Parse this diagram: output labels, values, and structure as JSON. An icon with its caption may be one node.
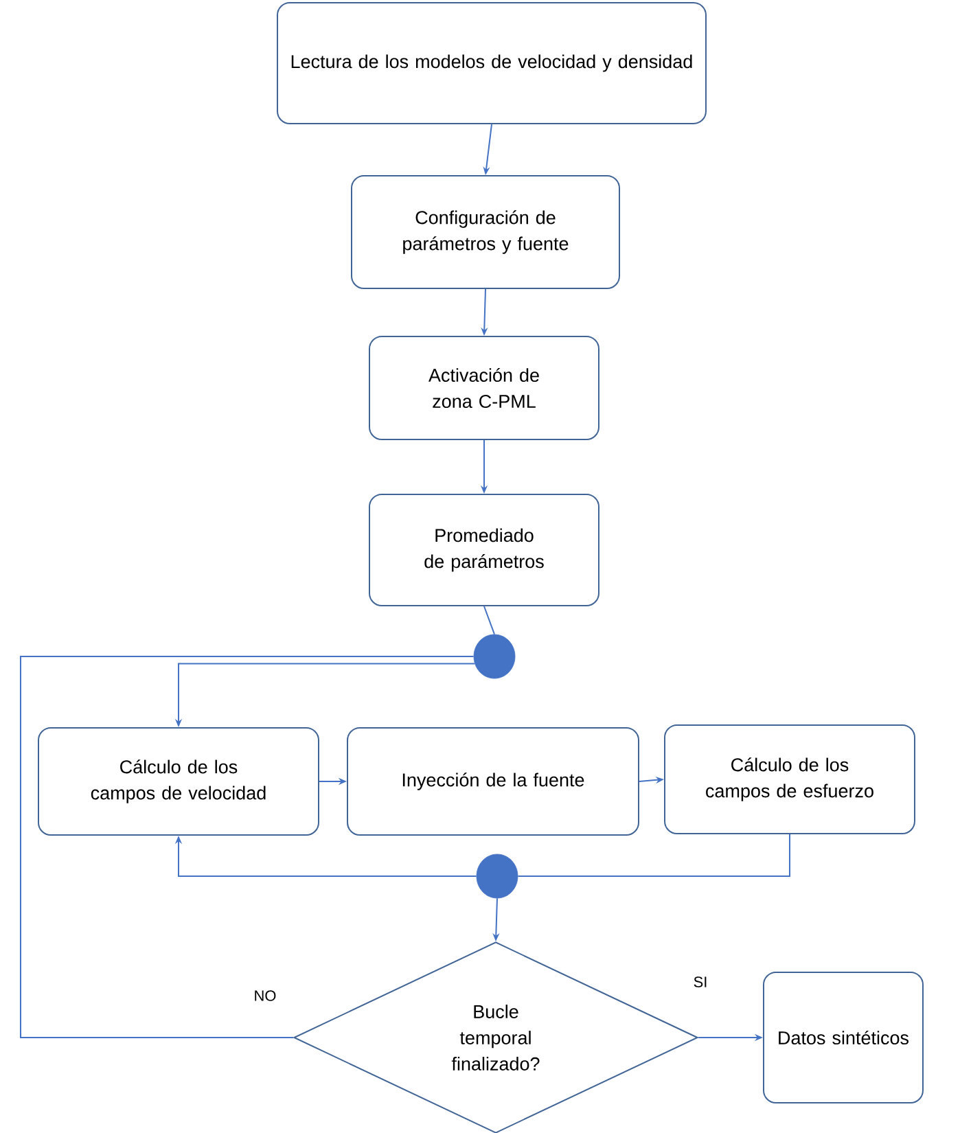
{
  "diagram": {
    "nodes": [
      {
        "text": [
          "Lectura de los modelos de velocidad y densidad"
        ]
      },
      {
        "text": [
          "Configuración de parámetros y fuente"
        ]
      },
      {
        "text": [
          "Activación de zona C-PML"
        ]
      },
      {
        "text": [
          "Promediado de parámetros"
        ]
      },
      {
        "text": [],
        "shape": "circle"
      },
      {
        "text": [
          "Cálculo de los campos de velocidad"
        ]
      },
      {
        "text": [
          "Inyección de la fuente"
        ]
      },
      {
        "text": [
          "Cálculo de los campos de esfuerzo"
        ]
      },
      {
        "text": [],
        "shape": "circle"
      },
      {
        "text": [
          "Bucle temporal finalizado?"
        ]
      },
      {
        "text": [
          "Datos sintéticos"
        ]
      }
    ],
    "edges": [
      {
        "from": 0,
        "to": 1,
        "arrow": "to"
      },
      {
        "from": 1,
        "to": 2,
        "arrow": "to"
      },
      {
        "from": 2,
        "to": 3,
        "arrow": "to"
      },
      {
        "from": 3,
        "to": 4,
        "arrow": "none"
      },
      {
        "from": 4,
        "to": 5,
        "arrow": "to"
      },
      {
        "from": 5,
        "to": 6,
        "arrow": "to"
      },
      {
        "from": 6,
        "to": 7,
        "arrow": "to"
      },
      {
        "from": 7,
        "to": 8,
        "arrow": "none"
      },
      {
        "from": 8,
        "to": 5,
        "arrow": "to"
      },
      {
        "from": 8,
        "to": 9,
        "arrow": "to"
      },
      {
        "from": 9,
        "to": 10,
        "arrow": "to",
        "label": "SI"
      },
      {
        "from": 9,
        "to": 4,
        "arrow": "none",
        "label": "NO"
      }
    ]
  }
}
